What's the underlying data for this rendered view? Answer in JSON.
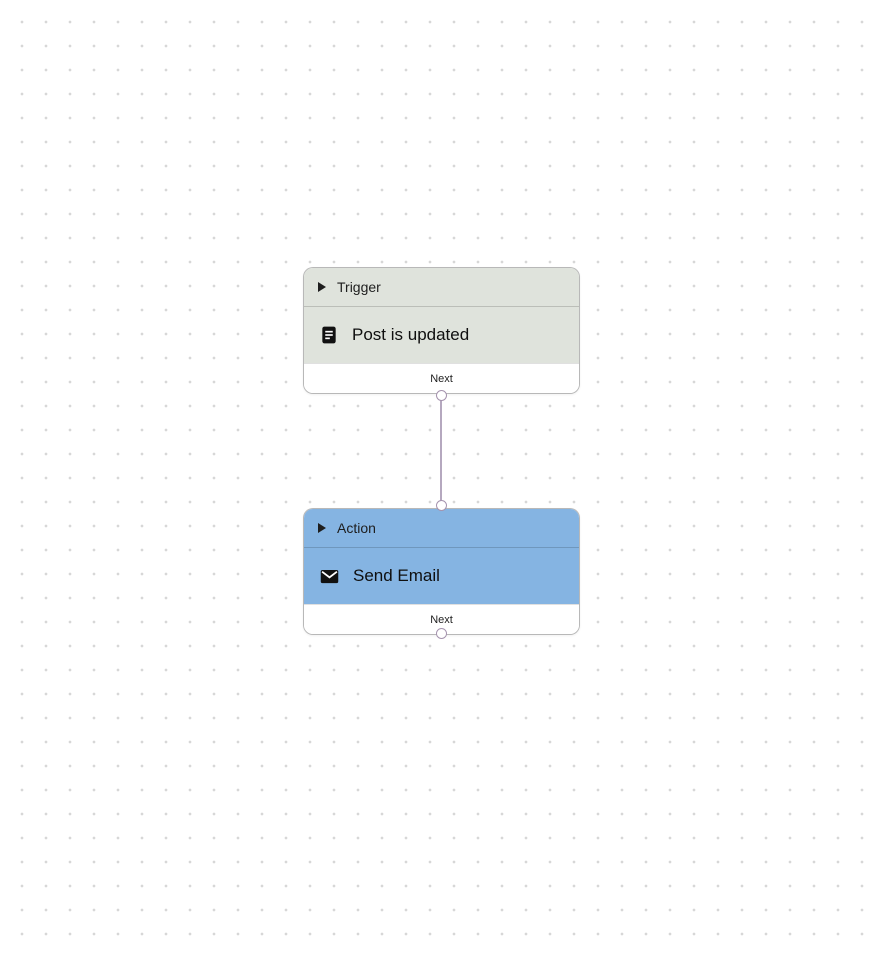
{
  "canvas": {
    "background_color": "#ffffff",
    "dot_color": "#d7d7d7"
  },
  "nodes": [
    {
      "header_label": "Trigger",
      "body_label": "Post is updated",
      "port_label": "Next",
      "color": "#dfe3dc",
      "icon": "document-icon"
    },
    {
      "header_label": "Action",
      "body_label": "Send Email",
      "port_label": "Next",
      "color": "#85b4e2",
      "icon": "mail-icon"
    }
  ],
  "connector": {
    "from": "Trigger",
    "to": "Action",
    "color": "#b5a8bf"
  }
}
